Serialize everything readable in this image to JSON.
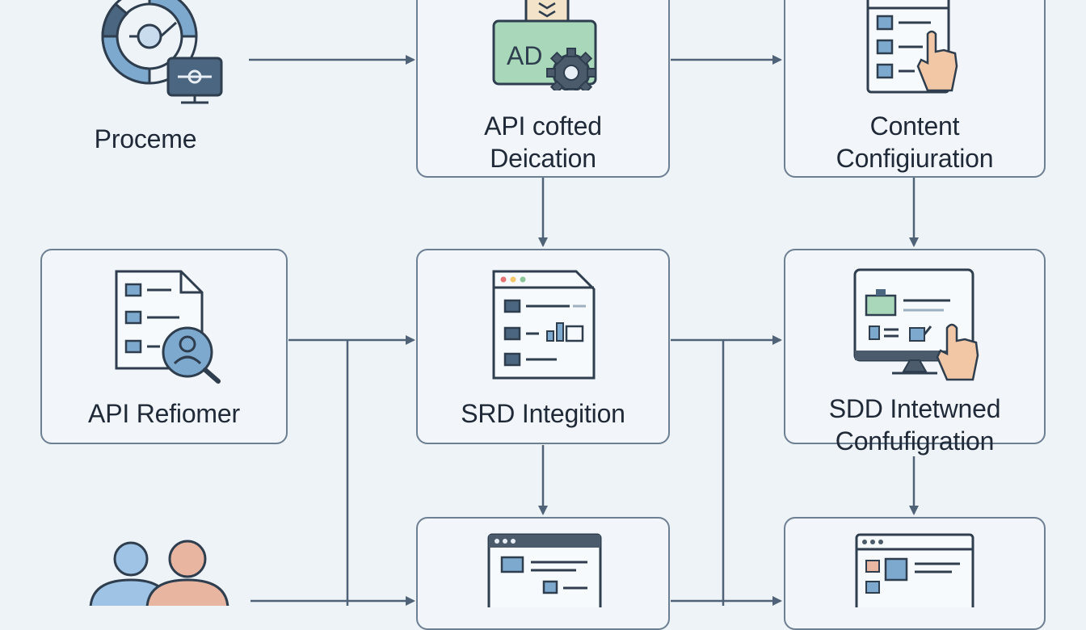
{
  "diagram": {
    "nodes": {
      "proceme": {
        "line1": "Proceme"
      },
      "api_cofted": {
        "line1": "API cofted",
        "line2": "Deication"
      },
      "content_config": {
        "line1": "Content",
        "line2": "Configiuration"
      },
      "api_reformer": {
        "line1": "API Refiomer"
      },
      "srd_integration": {
        "line1": "SRD Integition"
      },
      "sdd_config": {
        "line1": "SDD Intetwned",
        "line2": "Confufigration"
      }
    },
    "icon_text": {
      "ad_badge": "AD"
    }
  },
  "colors": {
    "background": "#eef3f8",
    "border": "#6d7f93",
    "accent_blue": "#6f9ec4",
    "accent_green": "#a8d8b9",
    "accent_peach": "#e8b6a0",
    "arrow": "#4f6277",
    "ink": "#1f2937"
  }
}
